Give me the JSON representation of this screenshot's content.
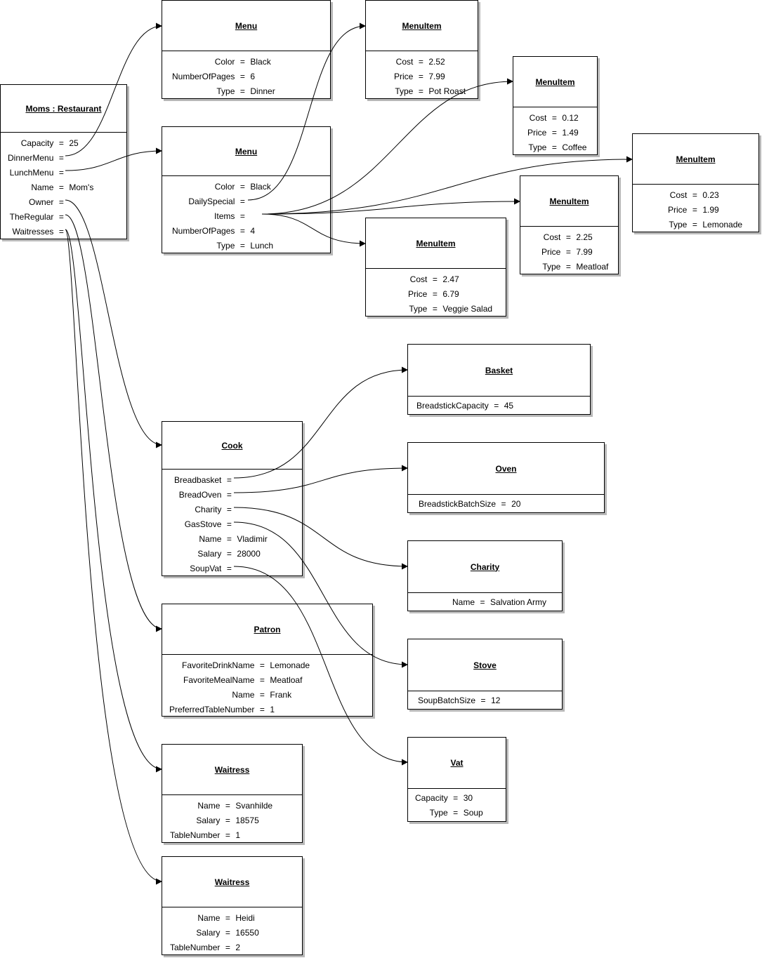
{
  "objects": {
    "restaurant": {
      "title": "Moms : Restaurant",
      "rows": [
        {
          "k": "Capacity",
          "v": "25"
        },
        {
          "k": "DinnerMenu",
          "v": ""
        },
        {
          "k": "LunchMenu",
          "v": ""
        },
        {
          "k": "Name",
          "v": "Mom's"
        },
        {
          "k": "Owner",
          "v": ""
        },
        {
          "k": "TheRegular",
          "v": ""
        },
        {
          "k": "Waitresses",
          "v": ""
        }
      ]
    },
    "dinner_menu": {
      "title": "Menu",
      "rows": [
        {
          "k": "Color",
          "v": "Black"
        },
        {
          "k": "NumberOfPages",
          "v": "6"
        },
        {
          "k": "Type",
          "v": "Dinner"
        }
      ]
    },
    "lunch_menu": {
      "title": "Menu",
      "rows": [
        {
          "k": "Color",
          "v": "Black"
        },
        {
          "k": "DailySpecial",
          "v": ""
        },
        {
          "k": "Items",
          "v": ""
        },
        {
          "k": "NumberOfPages",
          "v": "4"
        },
        {
          "k": "Type",
          "v": "Lunch"
        }
      ]
    },
    "item_pot_roast": {
      "title": "MenuItem",
      "rows": [
        {
          "k": "Cost",
          "v": "2.52"
        },
        {
          "k": "Price",
          "v": "7.99"
        },
        {
          "k": "Type",
          "v": "Pot Roast"
        }
      ]
    },
    "item_coffee": {
      "title": "MenuItem",
      "rows": [
        {
          "k": "Cost",
          "v": "0.12"
        },
        {
          "k": "Price",
          "v": "1.49"
        },
        {
          "k": "Type",
          "v": "Coffee"
        }
      ]
    },
    "item_lemonade": {
      "title": "MenuItem",
      "rows": [
        {
          "k": "Cost",
          "v": "0.23"
        },
        {
          "k": "Price",
          "v": "1.99"
        },
        {
          "k": "Type",
          "v": "Lemonade"
        }
      ]
    },
    "item_meatloaf": {
      "title": "MenuItem",
      "rows": [
        {
          "k": "Cost",
          "v": "2.25"
        },
        {
          "k": "Price",
          "v": "7.99"
        },
        {
          "k": "Type",
          "v": "Meatloaf"
        }
      ]
    },
    "item_veggie_salad": {
      "title": "MenuItem",
      "rows": [
        {
          "k": "Cost",
          "v": "2.47"
        },
        {
          "k": "Price",
          "v": "6.79"
        },
        {
          "k": "Type",
          "v": "Veggie Salad"
        }
      ]
    },
    "basket": {
      "title": "Basket",
      "rows": [
        {
          "k": "BreadstickCapacity",
          "v": "45"
        }
      ]
    },
    "oven": {
      "title": "Oven",
      "rows": [
        {
          "k": "BreadstickBatchSize",
          "v": "20"
        }
      ]
    },
    "charity": {
      "title": "Charity",
      "rows": [
        {
          "k": "Name",
          "v": "Salvation Army"
        }
      ]
    },
    "stove": {
      "title": "Stove",
      "rows": [
        {
          "k": "SoupBatchSize",
          "v": "12"
        }
      ]
    },
    "vat": {
      "title": "Vat",
      "rows": [
        {
          "k": "Capacity",
          "v": "30"
        },
        {
          "k": "Type",
          "v": "Soup"
        }
      ]
    },
    "cook": {
      "title": "Cook",
      "rows": [
        {
          "k": "Breadbasket",
          "v": ""
        },
        {
          "k": "BreadOven",
          "v": ""
        },
        {
          "k": "Charity",
          "v": ""
        },
        {
          "k": "GasStove",
          "v": ""
        },
        {
          "k": "Name",
          "v": "Vladimir"
        },
        {
          "k": "Salary",
          "v": "28000"
        },
        {
          "k": "SoupVat",
          "v": ""
        }
      ]
    },
    "patron": {
      "title": "Patron",
      "rows": [
        {
          "k": "FavoriteDrinkName",
          "v": "Lemonade"
        },
        {
          "k": "FavoriteMealName",
          "v": "Meatloaf"
        },
        {
          "k": "Name",
          "v": "Frank"
        },
        {
          "k": "PreferredTableNumber",
          "v": "1"
        }
      ]
    },
    "waitress_1": {
      "title": "Waitress",
      "rows": [
        {
          "k": "Name",
          "v": "Svanhilde"
        },
        {
          "k": "Salary",
          "v": "18575"
        },
        {
          "k": "TableNumber",
          "v": "1"
        }
      ]
    },
    "waitress_2": {
      "title": "Waitress",
      "rows": [
        {
          "k": "Name",
          "v": "Heidi"
        },
        {
          "k": "Salary",
          "v": "16550"
        },
        {
          "k": "TableNumber",
          "v": "2"
        }
      ]
    }
  },
  "equals_sign": "="
}
